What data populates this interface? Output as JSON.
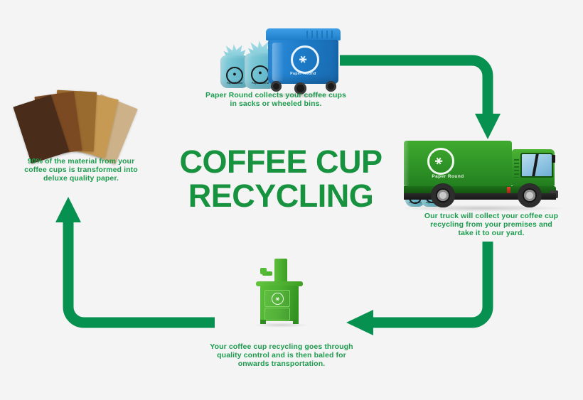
{
  "meta": {
    "background_color": "#f4f4f4",
    "accent_green": "#069150",
    "text_green": "#1d9c4e",
    "title_green": "#17923f",
    "bin_blue": "#1d7bc8",
    "sack_blue": "#6dbfd0",
    "truck_green": "#2f9427",
    "baler_green": "#47ab2d"
  },
  "title": {
    "line1": "COFFEE CUP",
    "line2": "RECYCLING"
  },
  "steps": [
    {
      "id": "collection",
      "caption": "Paper Round collects your coffee cups in sacks or wheeled bins.",
      "graphic": "blue-wheelie-bin-and-sacks"
    },
    {
      "id": "transport",
      "caption": "Our truck will collect your coffee cup recycling from your premises and take it to our yard.",
      "graphic": "green-collection-truck"
    },
    {
      "id": "baling",
      "caption": "Your coffee cup recycling goes through quality control and is then baled for onwards transportation.",
      "graphic": "green-baler-machine"
    },
    {
      "id": "reprocessing",
      "caption": "90% of the material from your coffee cups is transformed into deluxe quality paper.",
      "graphic": "fanned-paper-sheets"
    }
  ],
  "brand": {
    "name": "Paper Round",
    "logo_icon": "running-figure-in-circle"
  },
  "arrows": [
    {
      "id": "arrow-bin-to-truck",
      "direction": "right-then-down",
      "color": "#069150"
    },
    {
      "id": "arrow-truck-to-baler",
      "direction": "down-then-left",
      "color": "#069150"
    },
    {
      "id": "arrow-baler-to-paper",
      "direction": "left-then-up",
      "color": "#069150"
    }
  ],
  "papers": {
    "colors": [
      "#4a2c1b",
      "#7c4a22",
      "#9a6b2f",
      "#c79a54",
      "#cdb188"
    ]
  }
}
